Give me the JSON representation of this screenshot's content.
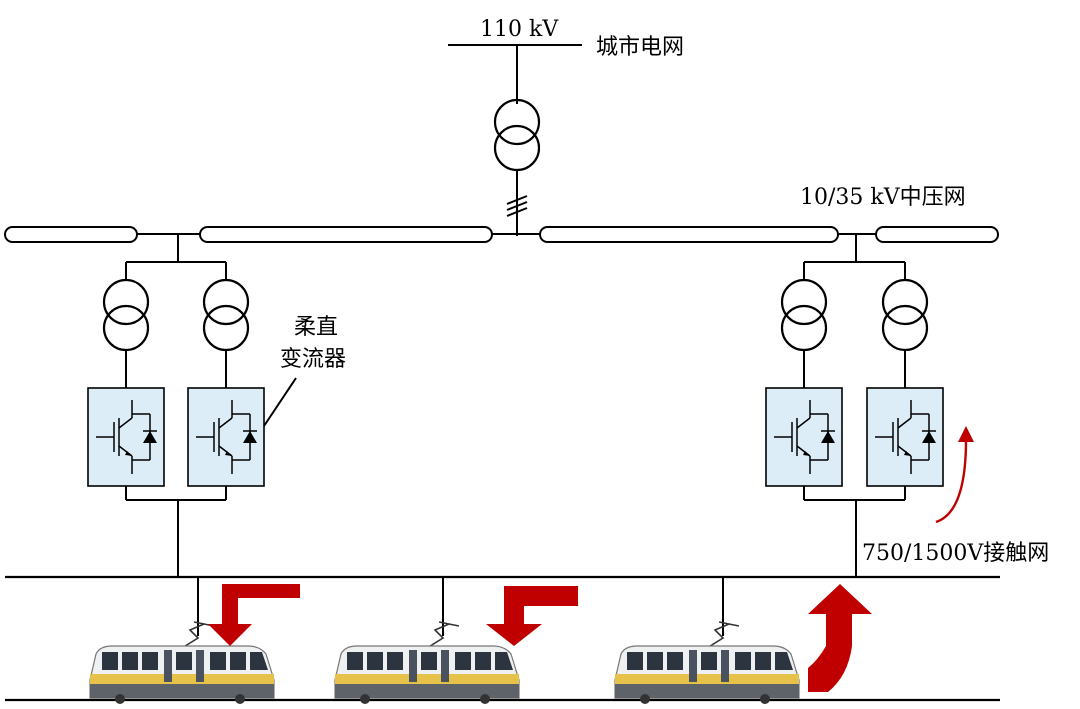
{
  "labels": {
    "hv_voltage": "110 kV",
    "city_grid": "城市电网",
    "mv_grid": "10/35 kV中压网",
    "converter_line1": "柔直",
    "converter_line2": "变流器",
    "catenary": "750/1500V接触网"
  },
  "colors": {
    "converter_fill": "#dcedf7",
    "power_arrow": "#c00000",
    "line": "#000000"
  }
}
